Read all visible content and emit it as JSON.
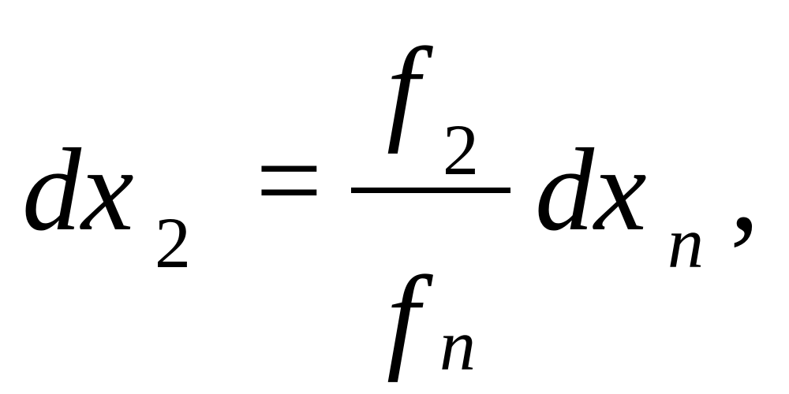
{
  "equation": {
    "lhs": {
      "base": "dx",
      "subscript": "2"
    },
    "operator": "=",
    "fraction": {
      "numerator": {
        "base": "f",
        "subscript": "2"
      },
      "denominator": {
        "base": "f",
        "subscript": "n"
      }
    },
    "rhs": {
      "base": "dx",
      "subscript": "n"
    },
    "trailing": ","
  }
}
